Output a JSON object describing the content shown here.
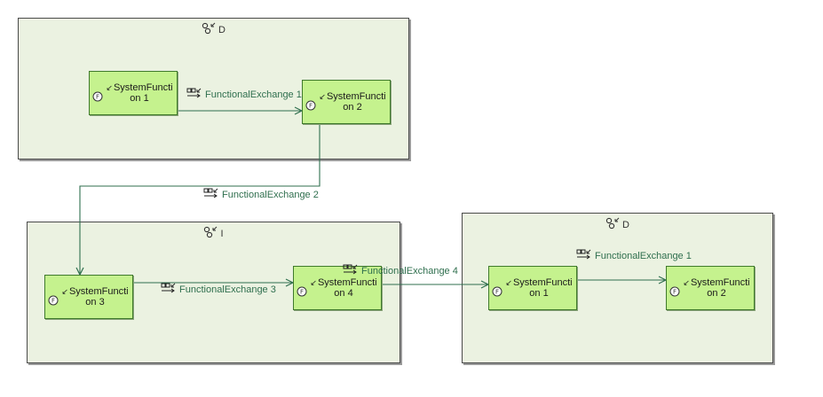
{
  "colors": {
    "container_fill": "#ebf2e1",
    "function_fill": "#c5f28e",
    "function_border": "#3f7a2c",
    "exchange_line": "#2f6f4e"
  },
  "icons": {
    "container": "actor-component-icon",
    "function": "function-f-icon",
    "exchange": "functional-exchange-icon"
  },
  "containers": {
    "top_left": {
      "title": "D"
    },
    "bottom_left": {
      "title": "I"
    },
    "bottom_right": {
      "title": "D"
    }
  },
  "functions": {
    "tl_f1": "SystemFunction 1",
    "tl_f2": "SystemFunction 2",
    "bl_f3": "SystemFunction 3",
    "bl_f4": "SystemFunction 4",
    "br_f1": "SystemFunction 1",
    "br_f2": "SystemFunction 2"
  },
  "exchanges": {
    "fe1_top": "FunctionalExchange 1",
    "fe2": "FunctionalExchange 2",
    "fe3": "FunctionalExchange 3",
    "fe4": "FunctionalExchange 4",
    "fe1_right": "FunctionalExchange 1"
  }
}
